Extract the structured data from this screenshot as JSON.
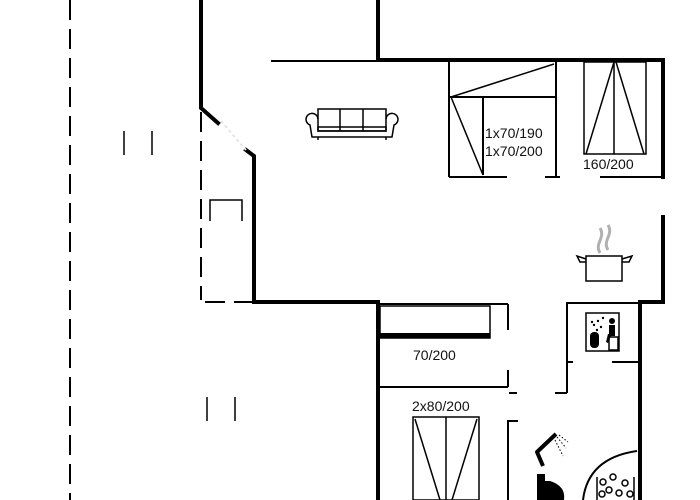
{
  "plan": {
    "type": "floor-plan",
    "colors": {
      "walls": "#000000",
      "background": "#ffffff",
      "steam": "#b0b0b0"
    },
    "beds": [
      {
        "id": "bunk-bed",
        "label_line1": "1x70/190",
        "label_line2": "1x70/200"
      },
      {
        "id": "double-bed",
        "label": "160/200"
      },
      {
        "id": "single-bed",
        "label": "70/200"
      },
      {
        "id": "twin-beds",
        "label": "2x80/200"
      }
    ],
    "fixtures": [
      "sofa-icon",
      "cooking-pot-icon",
      "sauna-icon",
      "shower-icon",
      "toilet-icon",
      "whirlpool-icon"
    ],
    "outdoor": [
      "terrace-dashed-outline",
      "outdoor-chair-icon"
    ]
  }
}
